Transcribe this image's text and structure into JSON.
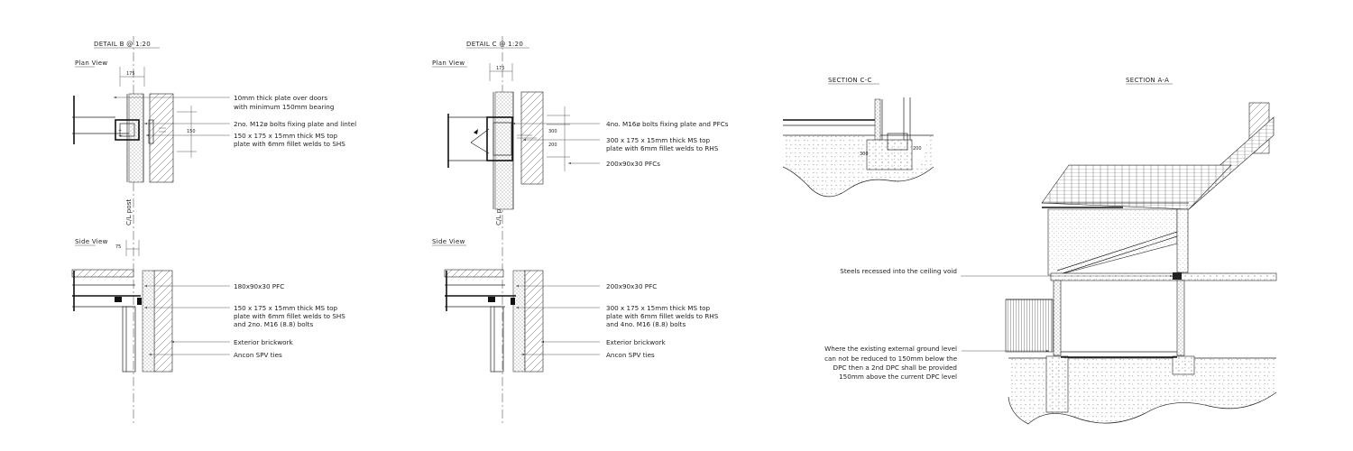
{
  "detail_b": {
    "title": "DETAIL B @ 1:20",
    "plan_view": "Plan View",
    "side_view": "Side View",
    "centerline": "C/L post",
    "dims": {
      "plan_width": "175",
      "plan_height": "150",
      "side_width": "75"
    },
    "plan_notes": [
      "10mm thick plate over doors",
      "with minimum 150mm bearing",
      "2no. M12ø bolts fixing plate and lintel",
      "150 x 175 x 15mm thick MS top",
      "plate with 6mm fillet welds to SHS"
    ],
    "side_notes": [
      "180x90x30 PFC",
      "150 x 175 x 15mm thick MS top",
      "plate with 6mm fillet welds to SHS",
      "and 2no. M16 (8.8) bolts",
      "Exterior brickwork",
      "Ancon SPV ties"
    ]
  },
  "detail_c": {
    "title": "DETAIL C @ 1:20",
    "plan_view": "Plan View",
    "side_view": "Side View",
    "centerline": "C/L post",
    "dims": {
      "plan_width": "175",
      "plan_top": "300",
      "plan_mid": "200"
    },
    "plan_notes": [
      "4no. M16ø bolts fixing plate and PFCs",
      "300 x 175 x 15mm thick MS top",
      "plate with 6mm fillet welds to RHS",
      "200x90x30 PFCs"
    ],
    "side_notes": [
      "200x90x30 PFC",
      "300 x 175 x 15mm thick MS top",
      "plate with 6mm fillet welds to RHS",
      "and 4no. M16 (8.8) bolts",
      "Exterior brickwork",
      "Ancon SPV ties"
    ]
  },
  "section_cc": {
    "title": "SECTION C-C"
  },
  "section_aa": {
    "title": "SECTION A-A",
    "note_steels": "Steels recessed into the ceiling void",
    "note_dpc": [
      "Where the existing external ground level",
      "can not be reduced to 150mm below the",
      "DPC then a 2nd DPC shall be provided",
      "150mm above the current DPC level"
    ]
  },
  "colors": {
    "line": "#222222",
    "background": "#ffffff"
  }
}
